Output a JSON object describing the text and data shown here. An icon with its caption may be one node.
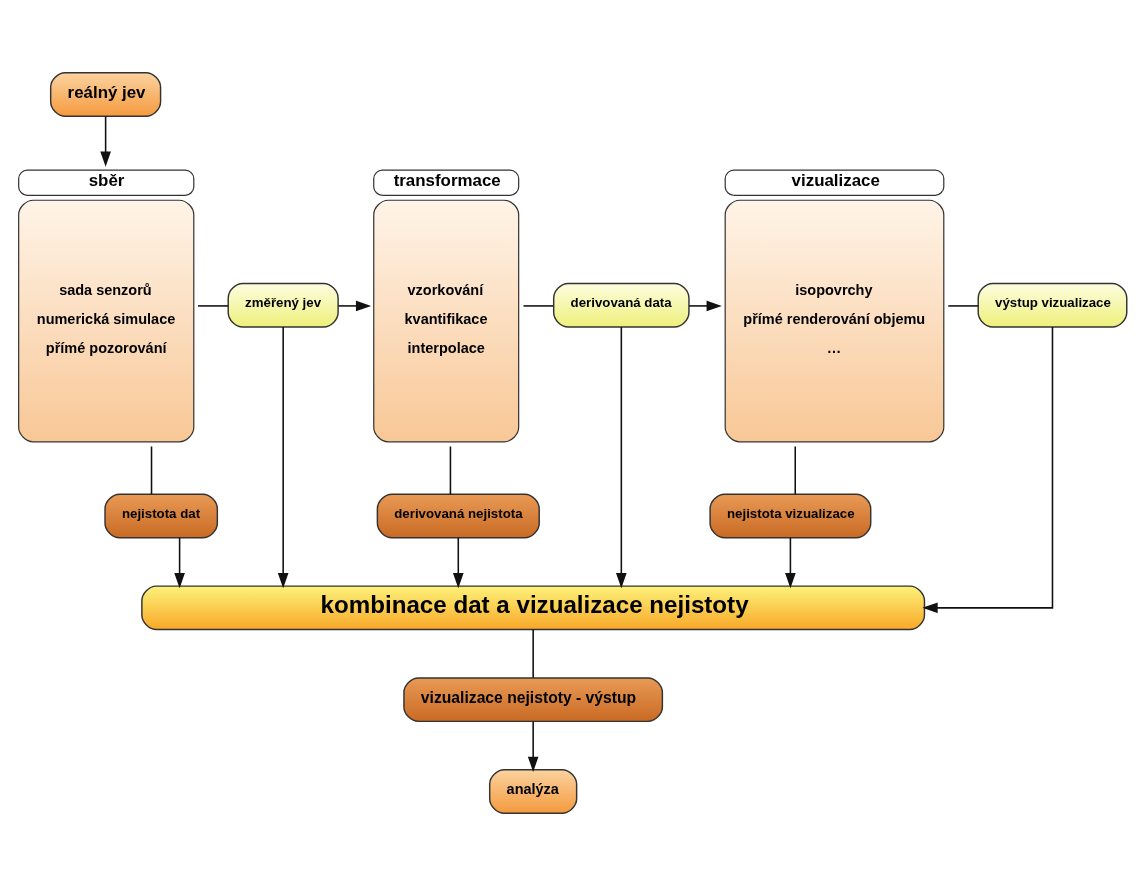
{
  "diagram": {
    "nodes": [
      {
        "text": [
          "reálný jev"
        ]
      },
      {
        "text": [
          "sběr",
          "sada senzorů",
          "numerická simulace",
          "přímé pozorování"
        ]
      },
      {
        "text": [
          "změřený jev"
        ]
      },
      {
        "text": [
          "transformace",
          "vzorkování",
          "kvantifikace",
          "interpolace"
        ]
      },
      {
        "text": [
          "derivovaná data"
        ]
      },
      {
        "text": [
          "vizualizace",
          "isopovrchy",
          "přímé renderování objemu",
          "…"
        ]
      },
      {
        "text": [
          "výstup vizualizace"
        ]
      },
      {
        "text": [
          "nejistota dat"
        ]
      },
      {
        "text": [
          "derivovaná nejistota"
        ]
      },
      {
        "text": [
          "nejistota vizualizace"
        ]
      },
      {
        "text": [
          "kombinace dat a vizualizace nejistoty"
        ]
      },
      {
        "text": [
          "vizualizace nejistoty - výstup"
        ]
      },
      {
        "text": [
          "analýza"
        ]
      }
    ],
    "edges": [
      {
        "from": 0,
        "to": 1,
        "arrow": "to"
      },
      {
        "from": 1,
        "to": 2,
        "arrow": "none"
      },
      {
        "from": 2,
        "to": 3,
        "arrow": "to"
      },
      {
        "from": 3,
        "to": 4,
        "arrow": "none"
      },
      {
        "from": 4,
        "to": 5,
        "arrow": "to"
      },
      {
        "from": 5,
        "to": 6,
        "arrow": "none"
      },
      {
        "from": 1,
        "to": 7,
        "arrow": "none"
      },
      {
        "from": 7,
        "to": 10,
        "arrow": "to"
      },
      {
        "from": 2,
        "to": 10,
        "arrow": "to"
      },
      {
        "from": 3,
        "to": 8,
        "arrow": "none"
      },
      {
        "from": 8,
        "to": 10,
        "arrow": "to"
      },
      {
        "from": 4,
        "to": 10,
        "arrow": "to"
      },
      {
        "from": 5,
        "to": 9,
        "arrow": "none"
      },
      {
        "from": 9,
        "to": 10,
        "arrow": "to"
      },
      {
        "from": 6,
        "to": 10,
        "arrow": "to"
      },
      {
        "from": 10,
        "to": 11,
        "arrow": "none"
      },
      {
        "from": 11,
        "to": 12,
        "arrow": "to"
      }
    ]
  }
}
